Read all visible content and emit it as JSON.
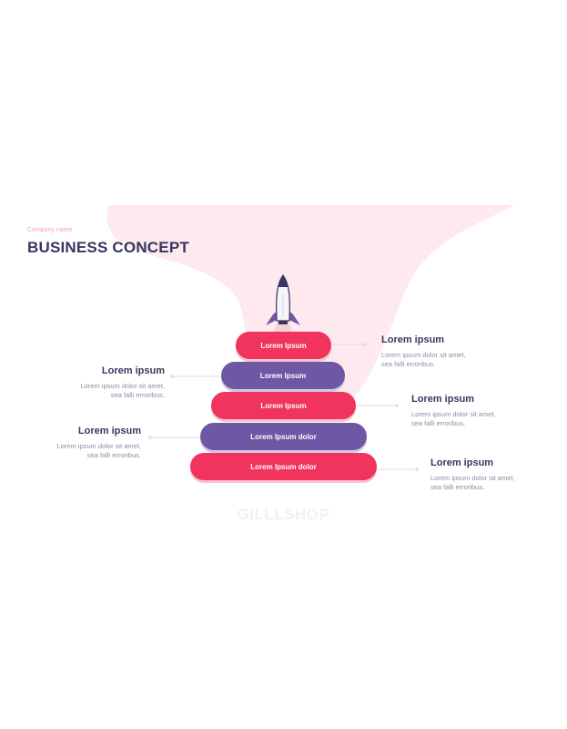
{
  "header": {
    "company": "Company name",
    "title": "BUSINESS CONCEPT"
  },
  "colors": {
    "accent_pink": "#f0345e",
    "accent_purple": "#6e58a5",
    "blob": "#fde9ee",
    "title": "#3a3560"
  },
  "pyramid": {
    "tiers": [
      {
        "label": "Lorem Ipsum"
      },
      {
        "label": "Lorem Ipsum"
      },
      {
        "label": "Lorem Ipsum"
      },
      {
        "label": "Lorem Ipsum dolor"
      },
      {
        "label": "Lorem Ipsum dolor"
      }
    ]
  },
  "callouts": {
    "right": [
      {
        "heading": "Lorem ipsum",
        "body1": "Lorem ipsum dolor sit amet,",
        "body2": "sea falli erroribus."
      },
      {
        "heading": "Lorem ipsum",
        "body1": "Lorem ipsum dolor sit amet,",
        "body2": "sea falli erroribus."
      },
      {
        "heading": "Lorem ipsum",
        "body1": "Lorem ipsum dolor sit amet,",
        "body2": "sea falli erroribus."
      }
    ],
    "left": [
      {
        "heading": "Lorem ipsum",
        "body1": "Lorem ipsum dolor sit amet,",
        "body2": "sea falli erroribus."
      },
      {
        "heading": "Lorem ipsum",
        "body1": "Lorem ipsum dolor sit amet,",
        "body2": "sea falli erroribus."
      }
    ]
  },
  "watermark": "GILLLSHOP",
  "icons": {
    "rocket": "rocket-icon"
  }
}
